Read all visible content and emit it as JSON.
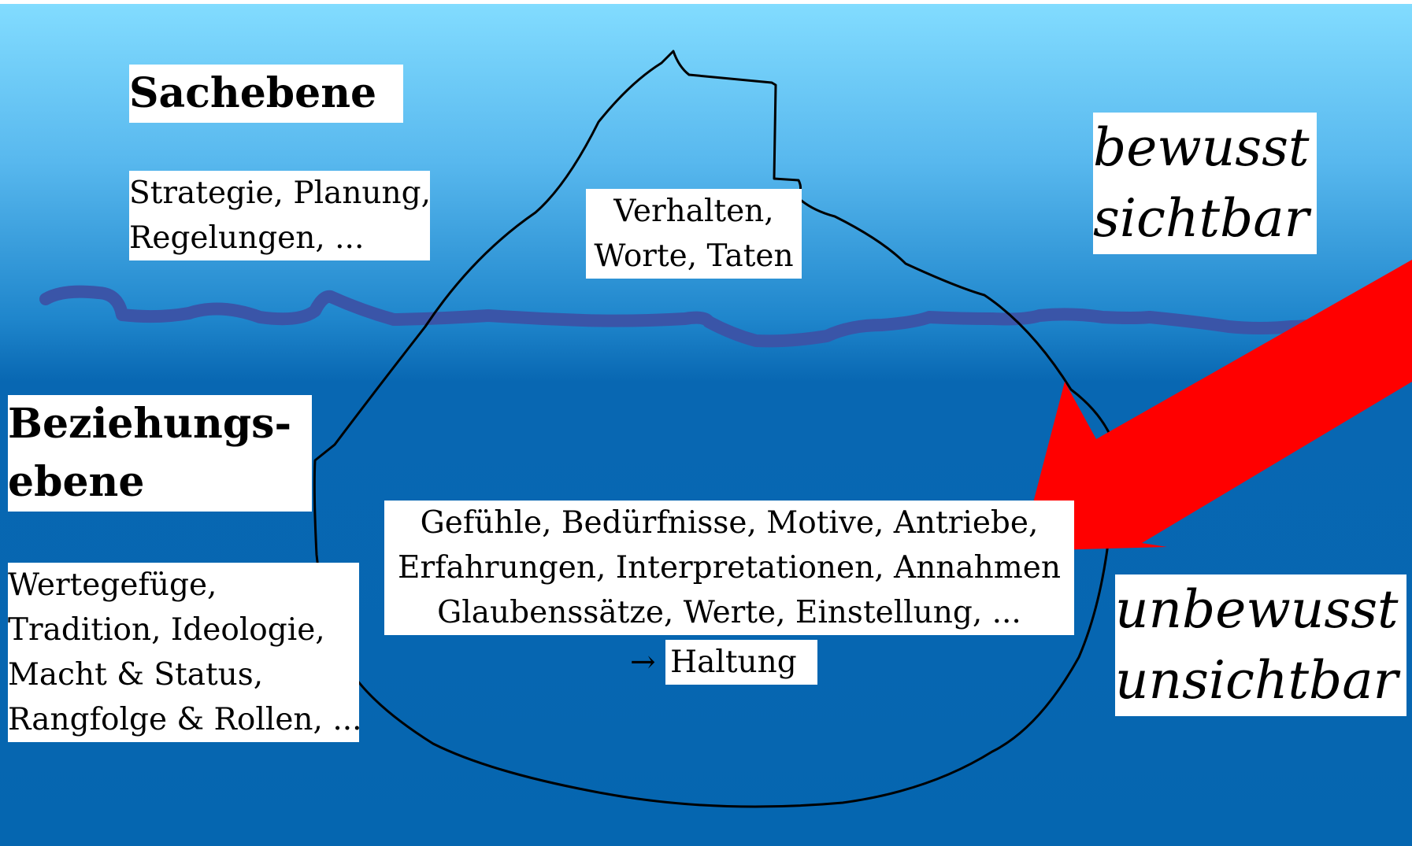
{
  "labels": {
    "sachebene": "Sachebene",
    "sache_items": [
      "Strategie, Planung,",
      "Regelungen, ..."
    ],
    "tip_items": [
      "Verhalten,",
      "Worte, Taten"
    ],
    "bewusst": [
      "bewusst",
      "sichtbar"
    ],
    "beziehungsebene": [
      "Beziehungs-",
      "ebene"
    ],
    "beziehung_items": [
      "Wertegefüge,",
      "Tradition, Ideologie,",
      "Macht & Status,",
      "Rangfolge & Rollen, ..."
    ],
    "core_items": [
      "Gefühle, Bedürfnisse, Motive, Antriebe,",
      "Erfahrungen, Interpretationen, Annahmen",
      "Glaubenssätze, Werte, Einstellung, ..."
    ],
    "haltung_arrow": "→",
    "haltung": "Haltung",
    "unbewusst": [
      "unbewusst",
      "unsichtbar"
    ]
  },
  "colors": {
    "sky_top": "#82dcff",
    "water_deep": "#0566b0",
    "waterline": "#3a55a8",
    "iceberg_outline": "#000000",
    "arrow": "#ff0000",
    "label_bg": "#ffffff"
  }
}
